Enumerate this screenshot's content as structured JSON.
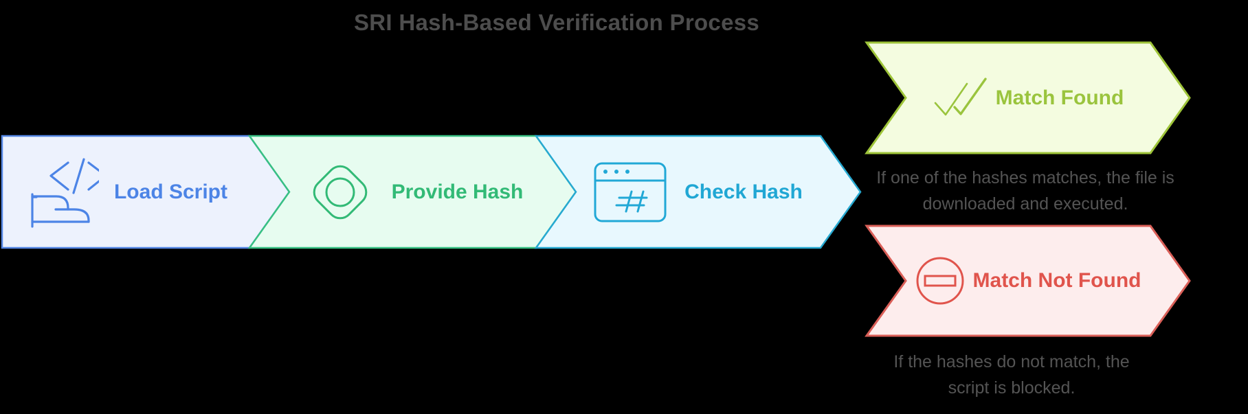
{
  "title": "SRI Hash-Based Verification Process",
  "flow": {
    "steps": [
      {
        "label": "Load Script",
        "icon": "code-hand-icon"
      },
      {
        "label": "Provide Hash",
        "icon": "diamond-seal-icon"
      },
      {
        "label": "Check Hash",
        "icon": "browser-hash-icon"
      }
    ]
  },
  "outcomes": [
    {
      "label": "Match Found",
      "icon": "double-check-icon",
      "caption_lines": [
        "If one of the hashes matches, the file is",
        "downloaded and executed."
      ]
    },
    {
      "label": "Match Not Found",
      "icon": "blocked-icon",
      "caption_lines": [
        "If the hashes do not match, the",
        "script is blocked."
      ]
    }
  ],
  "colors": {
    "background": "#000000",
    "title_text": "#4d4d4d",
    "caption_text": "#545454",
    "step_load_script": {
      "fill": "#edf2fd",
      "border": "#5486e4",
      "text": "#4c84e6"
    },
    "step_provide_hash": {
      "fill": "#e7fcf0",
      "border": "#38c083",
      "text": "#32ba76"
    },
    "step_check_hash": {
      "fill": "#e8f8fe",
      "border": "#27a9d1",
      "text": "#20a7d4"
    },
    "outcome_match_found": {
      "fill": "#f4fce0",
      "border": "#9ec439",
      "text": "#9ac43d"
    },
    "outcome_match_not_found": {
      "fill": "#fdeded",
      "border": "#da5f58",
      "text": "#e0544c"
    }
  }
}
